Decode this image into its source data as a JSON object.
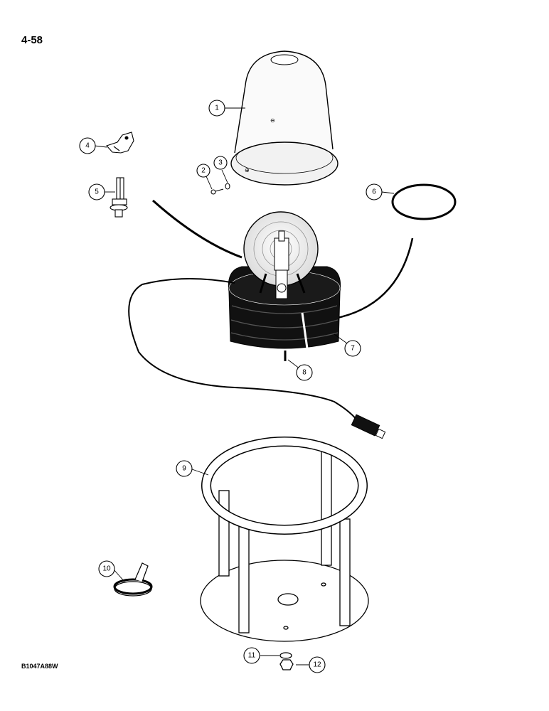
{
  "page_number": "4-58",
  "figure_code": "B1047A88W",
  "callouts": [
    {
      "id": "callout-1",
      "label": "1"
    },
    {
      "id": "callout-2",
      "label": "2"
    },
    {
      "id": "callout-3",
      "label": "3"
    },
    {
      "id": "callout-4",
      "label": "4"
    },
    {
      "id": "callout-5",
      "label": "5"
    },
    {
      "id": "callout-6",
      "label": "6"
    },
    {
      "id": "callout-7",
      "label": "7"
    },
    {
      "id": "callout-8",
      "label": "8"
    },
    {
      "id": "callout-9",
      "label": "9"
    },
    {
      "id": "callout-10",
      "label": "10"
    },
    {
      "id": "callout-11",
      "label": "11"
    },
    {
      "id": "callout-12",
      "label": "12"
    }
  ]
}
